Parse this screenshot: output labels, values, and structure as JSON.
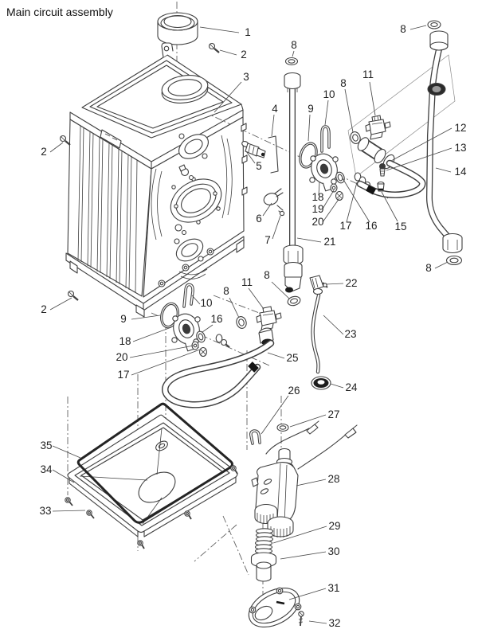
{
  "title": "Main circuit assembly",
  "diagram": {
    "kind": "exploded-parts-diagram",
    "part_numbers": [
      "1",
      "2",
      "3",
      "4",
      "5",
      "6",
      "7",
      "8",
      "9",
      "10",
      "11",
      "12",
      "13",
      "14",
      "15",
      "16",
      "17",
      "18",
      "19",
      "20",
      "21",
      "22",
      "23",
      "24",
      "25",
      "26",
      "27",
      "28",
      "29",
      "30",
      "31",
      "32",
      "33",
      "34",
      "35"
    ]
  },
  "colors": {
    "background": "#ffffff",
    "line": "#3f3f3f",
    "dark_fill": "#1d1d1d",
    "text": "#1f1f1f"
  },
  "callouts": {
    "c1": "1",
    "c2a": "2",
    "c2b": "2",
    "c2c": "2",
    "c3": "3",
    "c4": "4",
    "c5": "5",
    "c6": "6",
    "c7": "7",
    "c8a": "8",
    "c8b": "8",
    "c8c": "8",
    "c8d": "8",
    "c8e": "8",
    "c8f": "8",
    "c9a": "9",
    "c9b": "9",
    "c10a": "10",
    "c10b": "10",
    "c11a": "11",
    "c11b": "11",
    "c12": "12",
    "c13": "13",
    "c14": "14",
    "c15": "15",
    "c16a": "16",
    "c16b": "16",
    "c17a": "17",
    "c17b": "17",
    "c18a": "18",
    "c18b": "18",
    "c19": "19",
    "c20a": "20",
    "c20b": "20",
    "c21": "21",
    "c22": "22",
    "c23": "23",
    "c24": "24",
    "c25": "25",
    "c26": "26",
    "c27": "27",
    "c28": "28",
    "c29": "29",
    "c30": "30",
    "c31": "31",
    "c32": "32",
    "c33": "33",
    "c34": "34",
    "c35": "35"
  }
}
